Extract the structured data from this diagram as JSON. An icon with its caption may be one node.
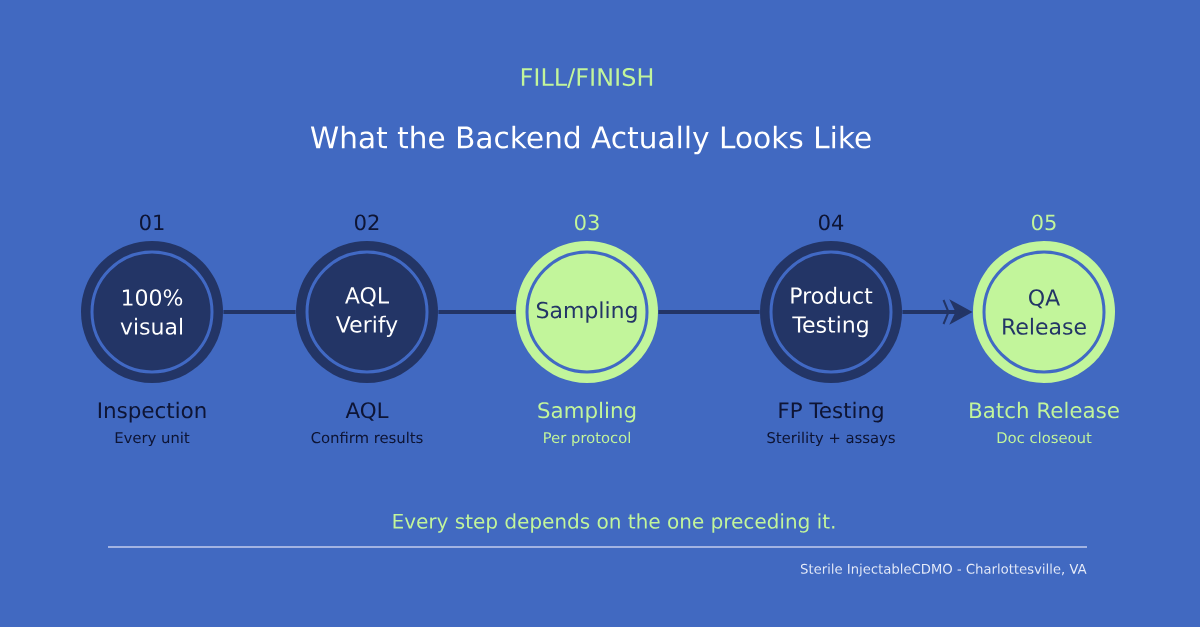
{
  "diagram": {
    "title": "What the Backend Actually Looks Like",
    "caption": "Every step depends on the one preceding it.",
    "nodes": [
      {
        "text": [
          "100% visual"
        ],
        "beside": [
          "01",
          "Inspection",
          "Every unit"
        ]
      },
      {
        "text": [
          "AQL Verify"
        ],
        "beside": [
          "02",
          "AQL",
          "Confirm results"
        ]
      },
      {
        "text": [
          "Sampling"
        ],
        "beside": [
          "03",
          "Sampling",
          "Per protocol"
        ]
      },
      {
        "text": [
          "Product Testing"
        ],
        "beside": [
          "04",
          "FP Testing",
          "Sterility + assays"
        ]
      },
      {
        "text": [
          "QA Release"
        ],
        "beside": [
          "05",
          "Batch Release",
          "Doc closeout"
        ]
      }
    ],
    "edges": [
      {
        "from": 0,
        "to": 1,
        "arrow": "none"
      },
      {
        "from": 1,
        "to": 2,
        "arrow": "none"
      },
      {
        "from": 2,
        "to": 3,
        "arrow": "none"
      },
      {
        "from": 3,
        "to": 4,
        "arrow": "to"
      }
    ],
    "labels": [
      "FILL/FINISH",
      "Sterile InjectableCDMO - Charlottesville, VA"
    ]
  }
}
